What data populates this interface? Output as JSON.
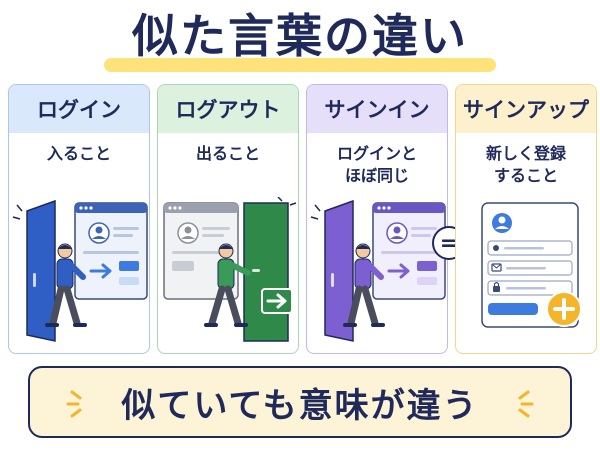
{
  "title": "似た言葉の違い",
  "cards": [
    {
      "heading": "ログイン",
      "description": "入ること"
    },
    {
      "heading": "ログアウト",
      "description": "出ること"
    },
    {
      "heading": "サインイン",
      "description": "ログインと\nほぼ同じ"
    },
    {
      "heading": "サインアップ",
      "description": "新しく登録\nすること"
    }
  ],
  "equal_symbol": "=",
  "banner": {
    "text": "似ていても意味が違う"
  },
  "colors": {
    "navy": "#1f2a5a",
    "login_blue": "#2f5fc4",
    "logout_green": "#2f8a4a",
    "signin_purple": "#7c5fd0",
    "signup_yellow": "#f5b52a",
    "highlight": "#ffe27a"
  }
}
